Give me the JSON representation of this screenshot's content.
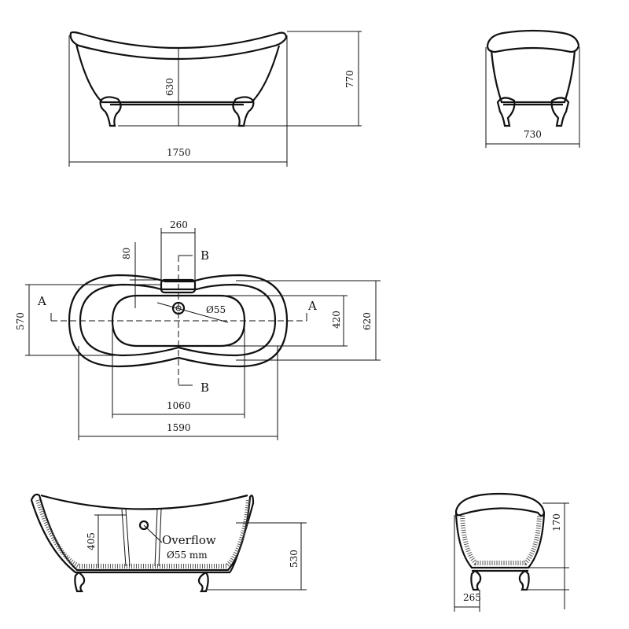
{
  "side_view": {
    "length": "1750",
    "inner_height": "630",
    "total_height": "770"
  },
  "end_view": {
    "width": "730"
  },
  "plan_view": {
    "waste_spacing": "260",
    "waste_offset": "80",
    "section_b_top": "B",
    "section_b_bottom": "B",
    "section_a_left": "A",
    "section_a_right": "A",
    "drain": "Ø55",
    "outer_width": "570",
    "inner_width": "420",
    "total_width": "620",
    "inner_length": "1060",
    "rim_length": "1590"
  },
  "section_a": {
    "overflow_height": "405",
    "overflow_label": "Overflow",
    "overflow_size": "Ø55  mm",
    "depth": "530"
  },
  "section_b": {
    "rim_depth": "170",
    "foot_offset": "265"
  }
}
